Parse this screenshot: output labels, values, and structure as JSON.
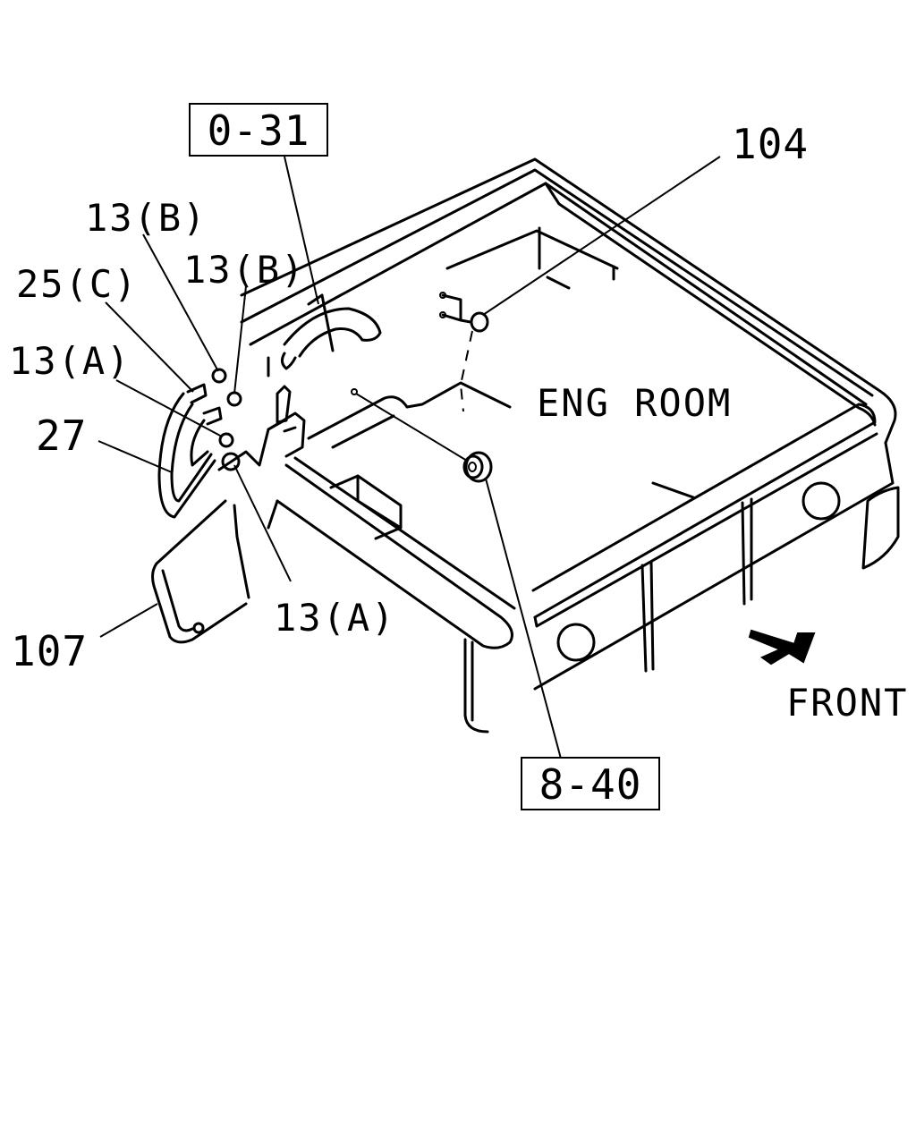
{
  "labels": {
    "ref_0_31": "0-31",
    "ref_8_40": "8-40",
    "part_104": "104",
    "part_13b_upper": "13(B)",
    "part_13b_lower": "13(B)",
    "part_25c": "25(C)",
    "part_13a_left": "13(A)",
    "part_27": "27",
    "part_107": "107",
    "part_13a_bottom": "13(A)",
    "eng_room": "ENG ROOM",
    "front": "FRONT"
  }
}
